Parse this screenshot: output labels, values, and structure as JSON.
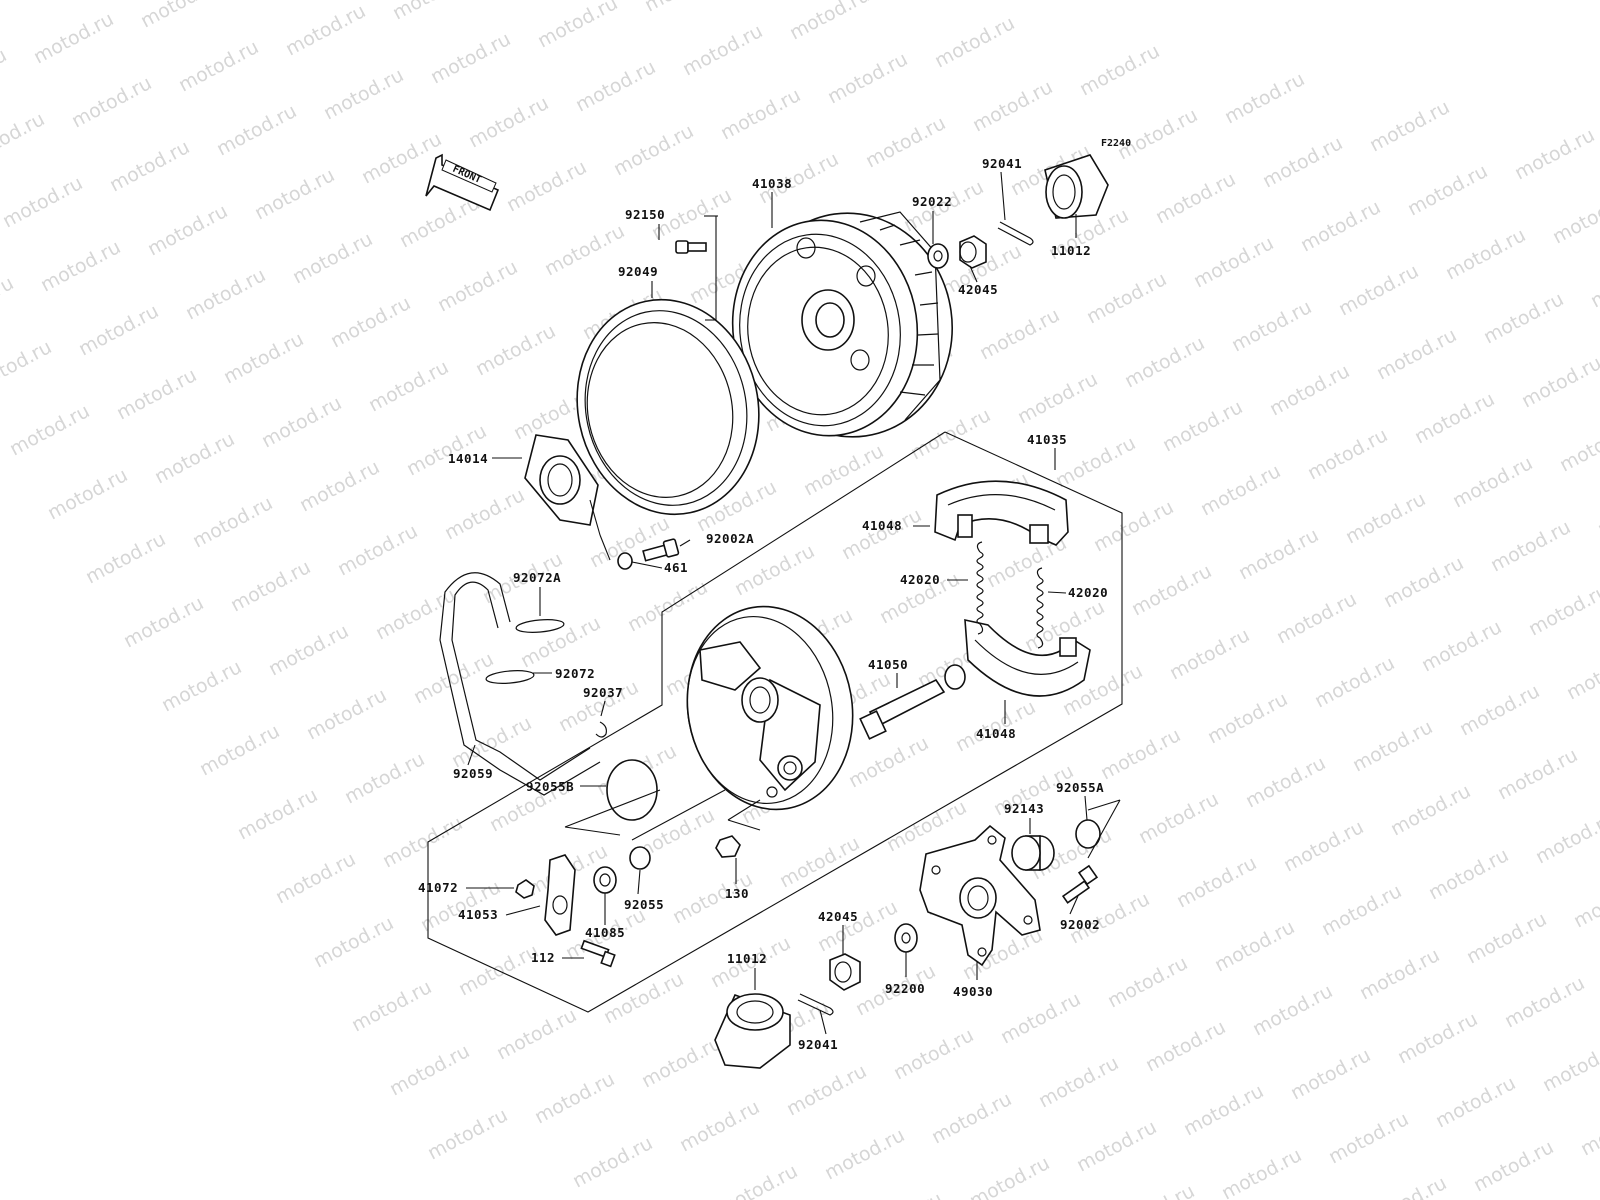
{
  "diagram": {
    "figure_code": "F2240",
    "front_label": "FRONT",
    "watermark_text": "motod.ru"
  },
  "parts": [
    {
      "id": "p41038",
      "number": "41038",
      "name": "brake-drum"
    },
    {
      "id": "p92150",
      "number": "92150",
      "name": "bolt"
    },
    {
      "id": "p92049",
      "number": "92049",
      "name": "oil-seal"
    },
    {
      "id": "p92022",
      "number": "92022",
      "name": "washer"
    },
    {
      "id": "p92041a",
      "number": "92041",
      "name": "cotter-pin"
    },
    {
      "id": "p11012a",
      "number": "11012",
      "name": "cap"
    },
    {
      "id": "p42045a",
      "number": "42045",
      "name": "castle-nut"
    },
    {
      "id": "p14014",
      "number": "14014",
      "name": "cover"
    },
    {
      "id": "p41035",
      "number": "41035",
      "name": "brake-panel"
    },
    {
      "id": "p41048a",
      "number": "41048",
      "name": "brake-shoe"
    },
    {
      "id": "p92002A",
      "number": "92002A",
      "name": "bolt"
    },
    {
      "id": "p461",
      "number": "461",
      "name": "lock-washer"
    },
    {
      "id": "p92072A",
      "number": "92072A",
      "name": "clamp"
    },
    {
      "id": "p42020a",
      "number": "42020",
      "name": "spring"
    },
    {
      "id": "p42020b",
      "number": "42020",
      "name": "spring"
    },
    {
      "id": "p92072",
      "number": "92072",
      "name": "clamp"
    },
    {
      "id": "p41050",
      "number": "41050",
      "name": "cam"
    },
    {
      "id": "p92037",
      "number": "92037",
      "name": "clip"
    },
    {
      "id": "p41048b",
      "number": "41048",
      "name": "brake-shoe"
    },
    {
      "id": "p92059",
      "number": "92059",
      "name": "hose"
    },
    {
      "id": "p92055B",
      "number": "92055B",
      "name": "o-ring"
    },
    {
      "id": "p92055A",
      "number": "92055A",
      "name": "o-ring"
    },
    {
      "id": "p92143",
      "number": "92143",
      "name": "collar"
    },
    {
      "id": "p41072",
      "number": "41072",
      "name": "nut"
    },
    {
      "id": "p41053",
      "number": "41053",
      "name": "brake-lever"
    },
    {
      "id": "p41085",
      "number": "41085",
      "name": "indicator"
    },
    {
      "id": "p92055",
      "number": "92055",
      "name": "o-ring"
    },
    {
      "id": "p130",
      "number": "130",
      "name": "bolt"
    },
    {
      "id": "p92002",
      "number": "92002",
      "name": "bolt"
    },
    {
      "id": "p42045b",
      "number": "42045",
      "name": "castle-nut"
    },
    {
      "id": "p112",
      "number": "112",
      "name": "bolt"
    },
    {
      "id": "p11012b",
      "number": "11012",
      "name": "cap"
    },
    {
      "id": "p92200",
      "number": "92200",
      "name": "washer"
    },
    {
      "id": "p49030",
      "number": "49030",
      "name": "hub"
    },
    {
      "id": "p92041b",
      "number": "92041",
      "name": "cotter-pin"
    }
  ],
  "colors": {
    "line": "#111111",
    "watermark": "#d6d6d6",
    "background": "#ffffff"
  }
}
